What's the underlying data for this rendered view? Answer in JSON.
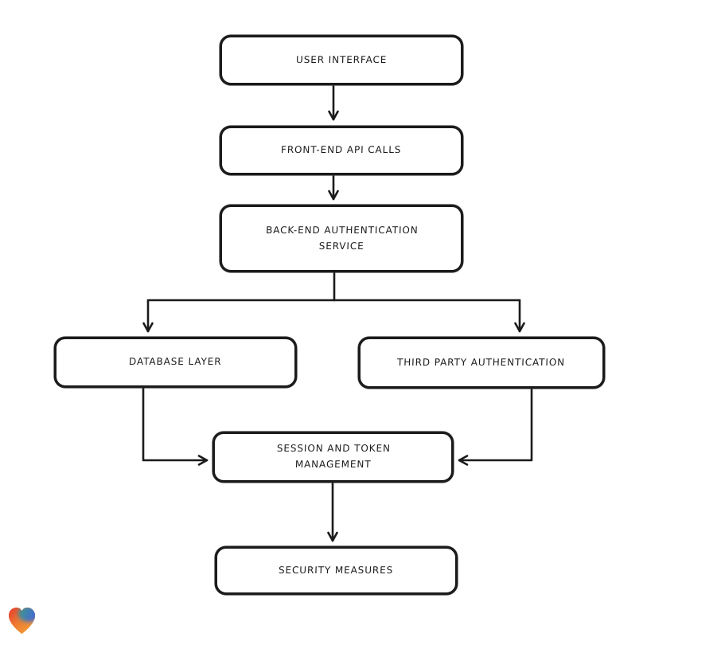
{
  "diagram": {
    "type": "flowchart",
    "background": "#ffffff",
    "stroke_color": "#1b1b1b",
    "node_fill": "#ffffff"
  },
  "nodes": [
    {
      "id": "user-interface",
      "label": "USER INTERFACE"
    },
    {
      "id": "front-end-api-calls",
      "label": "FRONT-END API CALLS"
    },
    {
      "id": "back-end-authentication-service",
      "label": "BACK-END AUTHENTICATION SERVICE"
    },
    {
      "id": "database-layer",
      "label": "DATABASE LAYER"
    },
    {
      "id": "third-party-authentication",
      "label": "THIRD PARTY AUTHENTICATION"
    },
    {
      "id": "session-and-token-management",
      "label": "SESSION AND TOKEN MANAGEMENT"
    },
    {
      "id": "security-measures",
      "label": "SECURITY MEASURES"
    }
  ],
  "edges": [
    {
      "from": "user-interface",
      "to": "front-end-api-calls"
    },
    {
      "from": "front-end-api-calls",
      "to": "back-end-authentication-service"
    },
    {
      "from": "back-end-authentication-service",
      "to": "database-layer"
    },
    {
      "from": "back-end-authentication-service",
      "to": "third-party-authentication"
    },
    {
      "from": "database-layer",
      "to": "session-and-token-management"
    },
    {
      "from": "third-party-authentication",
      "to": "session-and-token-management"
    },
    {
      "from": "session-and-token-management",
      "to": "security-measures"
    }
  ],
  "logo": {
    "name": "gradient-heart-logo",
    "colors": [
      "#e4302e",
      "#ee7c31",
      "#f6a934",
      "#2ba187",
      "#4b64dd"
    ]
  }
}
